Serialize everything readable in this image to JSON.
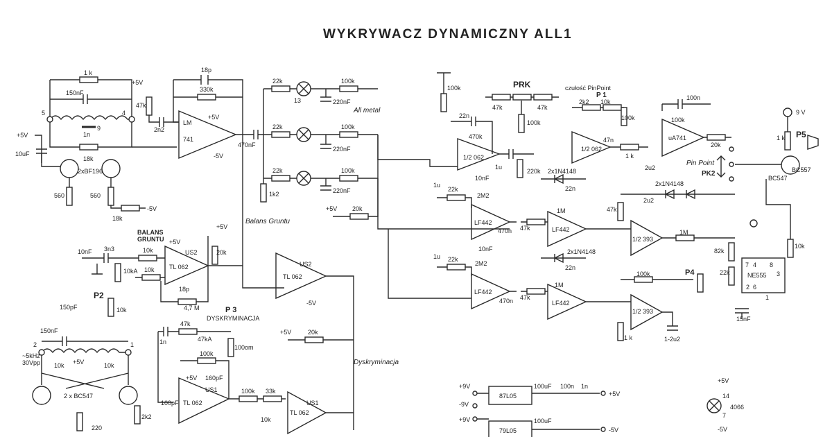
{
  "title": "WYKRYWACZ DYNAMICZNY  ALL1",
  "labels": {
    "plus5v": "+5V",
    "minus5v": "-5V",
    "plus9v": "+9V",
    "minus9v": "-9V",
    "nine_v": "9 V",
    "r1k": "1 k",
    "c150n": "150nF",
    "c1n": "1n",
    "r18k": "18k",
    "r560": "560",
    "q_bf196": "2xBF196",
    "c10u": "10uF",
    "c18p": "18p",
    "r330k": "330k",
    "r47k": "47k",
    "c2n2": "2n2",
    "lm741_a": "LM",
    "lm741_b": "741",
    "c470n": "470nF",
    "r22k": "22k",
    "r100k": "100k",
    "c220n": "220nF",
    "all_metal": "All metal",
    "r1k2": "1k2",
    "balans_gruntu": "Balans Gruntu",
    "r20k": "20k",
    "balans_title_a": "BALANS",
    "balans_title_b": "GRUNTU",
    "c3n3": "3n3",
    "c10n": "10nF",
    "r10ka": "10kA",
    "r10k": "10k",
    "p2": "P2",
    "us2": "US2",
    "tl062": "TL 062",
    "half": "1/2",
    "r47m": "4,7 M",
    "c150p": "150pF",
    "p3": "P 3",
    "dyskryminacja_title": "DYSKRYMINACJA",
    "r47ka": "47kA",
    "r100om": "100om",
    "c100p": "100pF",
    "us1": "US1",
    "c160p": "160pF",
    "r33k": "33k",
    "r220": "220",
    "r2k2": "2k2",
    "q_bc547x2": "2 x BC547",
    "osc": "~5kHz",
    "vpp": "30Vpp",
    "dyskryminacja": "Dyskryminacja",
    "prk": "PRK",
    "czulosc": "czułość PinPoint",
    "p1": "P 1",
    "c22n": "22n",
    "r470k": "470k",
    "op062": "1/2 062",
    "c1u": "1u",
    "c47n": "47n",
    "r220k": "220k",
    "diodes2": "2x1N4148",
    "r1m": "1M",
    "lf442": "LF442",
    "c470n_b": "470n",
    "r2m2": "2M2",
    "c100n": "100n",
    "ua741": "uA741",
    "c2u2": "2u2",
    "pinpoint": "Pin Point",
    "pk2": "PK2",
    "bc547": "BC547",
    "bc557": "BC557",
    "p5": "P5",
    "lm393": "1/2 393",
    "r82k": "82k",
    "ne555": "NE555",
    "c15n": "15nF",
    "c1_2u2": "1-2u2",
    "p4": "P4",
    "l87l05": "87L05",
    "l79l05": "79L05",
    "c100uF": "100uF",
    "c100u": "100uF",
    "chip4066": "4066",
    "n1": "1",
    "n2": "2",
    "n3": "3",
    "n4": "4",
    "n5": "5",
    "n6": "6",
    "n7": "7",
    "n8": "8",
    "n9": "9",
    "n13": "13",
    "n14": "14"
  }
}
